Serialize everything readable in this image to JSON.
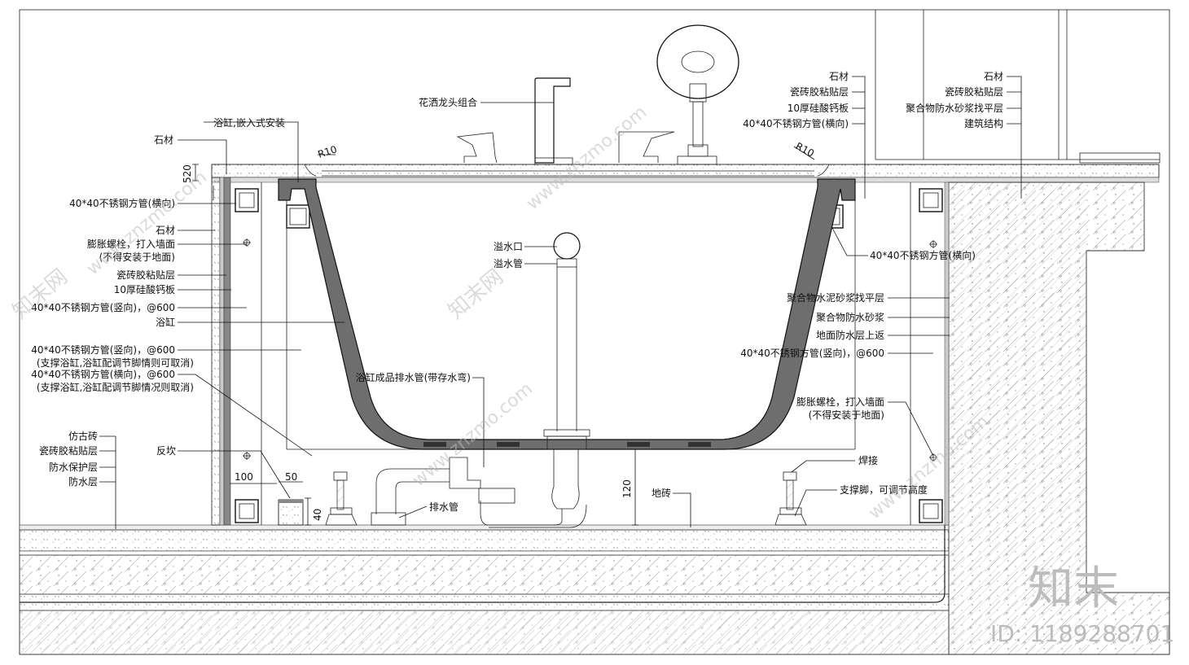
{
  "labels": {
    "stone_top": "石材",
    "tub_embedded": "浴缸,嵌入式安装",
    "pipe_h_left": "40*40不锈钢方管(横向)",
    "stone_left": "石材",
    "bolt_left_1": "膨胀螺栓，打入墙面",
    "bolt_left_2": "(不得安装于地面)",
    "adhesive_left": "瓷砖胶粘贴层",
    "board_left": "10厚硅酸钙板",
    "pipe_v_left": "40*40不锈钢方管(竖向)，@600",
    "tub": "浴缸",
    "pipe_v_support_1": "40*40不锈钢方管(竖向)，@600",
    "pipe_v_support_2": "(支撑浴缸,浴缸配调节脚情则可取消)",
    "pipe_h_support_1": "40*40不锈钢方管(横向)，@600",
    "pipe_h_support_2": "(支撑浴缸,浴缸配调节脚情况则取消)",
    "antique_tile": "仿古砖",
    "adhesive_floor": "瓷砖胶粘贴层",
    "protect_layer": "防水保护层",
    "waterproof_layer": "防水层",
    "backfold": "反坎",
    "faucet": "花洒龙头组合",
    "overflow_port": "溢水口",
    "overflow_pipe": "溢水管",
    "drain_assembly": "浴缸成品排水管(带存水弯)",
    "drain_pipe": "排水管",
    "floor_tile": "地砖",
    "weld": "焊接",
    "support_foot": "支撑脚，可调节高度",
    "stone_r": "石材",
    "adhesive_r": "瓷砖胶粘贴层",
    "board_r": "10厚硅酸钙板",
    "pipe_h_r": "40*40不锈钢方管(横向)",
    "pipe_h_r2": "40*40不锈钢方管(横向)",
    "polymer_level": "聚合物水泥砂浆找平层",
    "polymer_waterproof": "聚合物防水砂浆",
    "floor_waterproof_up": "地面防水层上返",
    "pipe_v_r": "40*40不锈钢方管(竖向)，@600",
    "bolt_r_1": "膨胀螺栓，打入墙面",
    "bolt_r_2": "(不得安装于地面)",
    "stone_far": "石材",
    "adhesive_far": "瓷砖胶粘贴层",
    "polymer_far": "聚合物防水砂浆找平层",
    "structure": "建筑结构"
  },
  "dimensions": {
    "d520": "520",
    "d100": "100",
    "d50": "50",
    "d40": "40",
    "d120": "120",
    "r10_left": "R10",
    "r10_right": "R10"
  },
  "watermark": {
    "brand": "知末",
    "id": "ID: 1189288701",
    "site": "www.znzmo.com",
    "site_cn": "知末网"
  },
  "colors": {
    "line": "#111111",
    "tub_fill": "#6e6e6e",
    "hatch": "#8a8a8a",
    "watermark": "#bcbcbc"
  }
}
